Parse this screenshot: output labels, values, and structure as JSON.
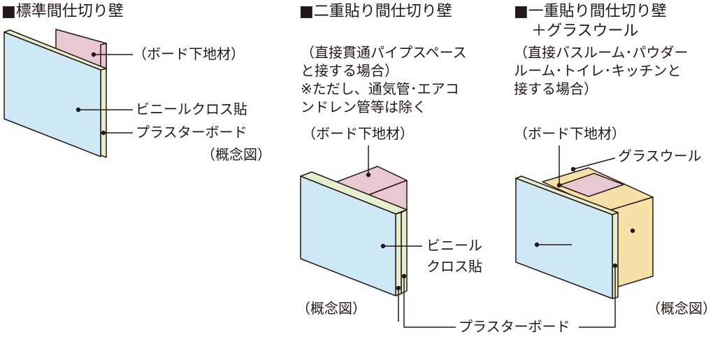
{
  "colors": {
    "board_face": "#cfe8f5",
    "board_edge": "#e6efcd",
    "backing_stud": "#e8c9d2",
    "glass_wool": "#f5e0a8",
    "outline": "#231815"
  },
  "diagram_1": {
    "title": "■標準間仕切り壁",
    "label_backing": "（ボード下地材）",
    "label_vinyl": "ビニールクロス貼",
    "label_plaster": "プラスターボード",
    "label_concept": "（概念図）"
  },
  "diagram_2": {
    "title": "■二重貼り間仕切り壁",
    "note_line1": "（直接貫通パイプスペース",
    "note_line2": "と接する場合）",
    "note_line3": "※ただし、通気管･エアコ",
    "note_line4": "ンドレン管等は除く",
    "label_backing": "（ボード下地材）",
    "label_vinyl_line1": "ビニール",
    "label_vinyl_line2": "クロス貼",
    "label_concept": "（概念図）"
  },
  "diagram_3": {
    "title_line1": "■一重貼り間仕切り壁",
    "title_line2": "＋グラスウール",
    "note_line1": "（直接バスルーム･パウダー",
    "note_line2": "ルーム･トイレ･キッチンと",
    "note_line3": "接する場合）",
    "label_backing": "（ボード下地材）",
    "label_glasswool": "グラスウール",
    "label_concept": "（概念図）"
  },
  "shared": {
    "label_plaster": "プラスターボード"
  }
}
